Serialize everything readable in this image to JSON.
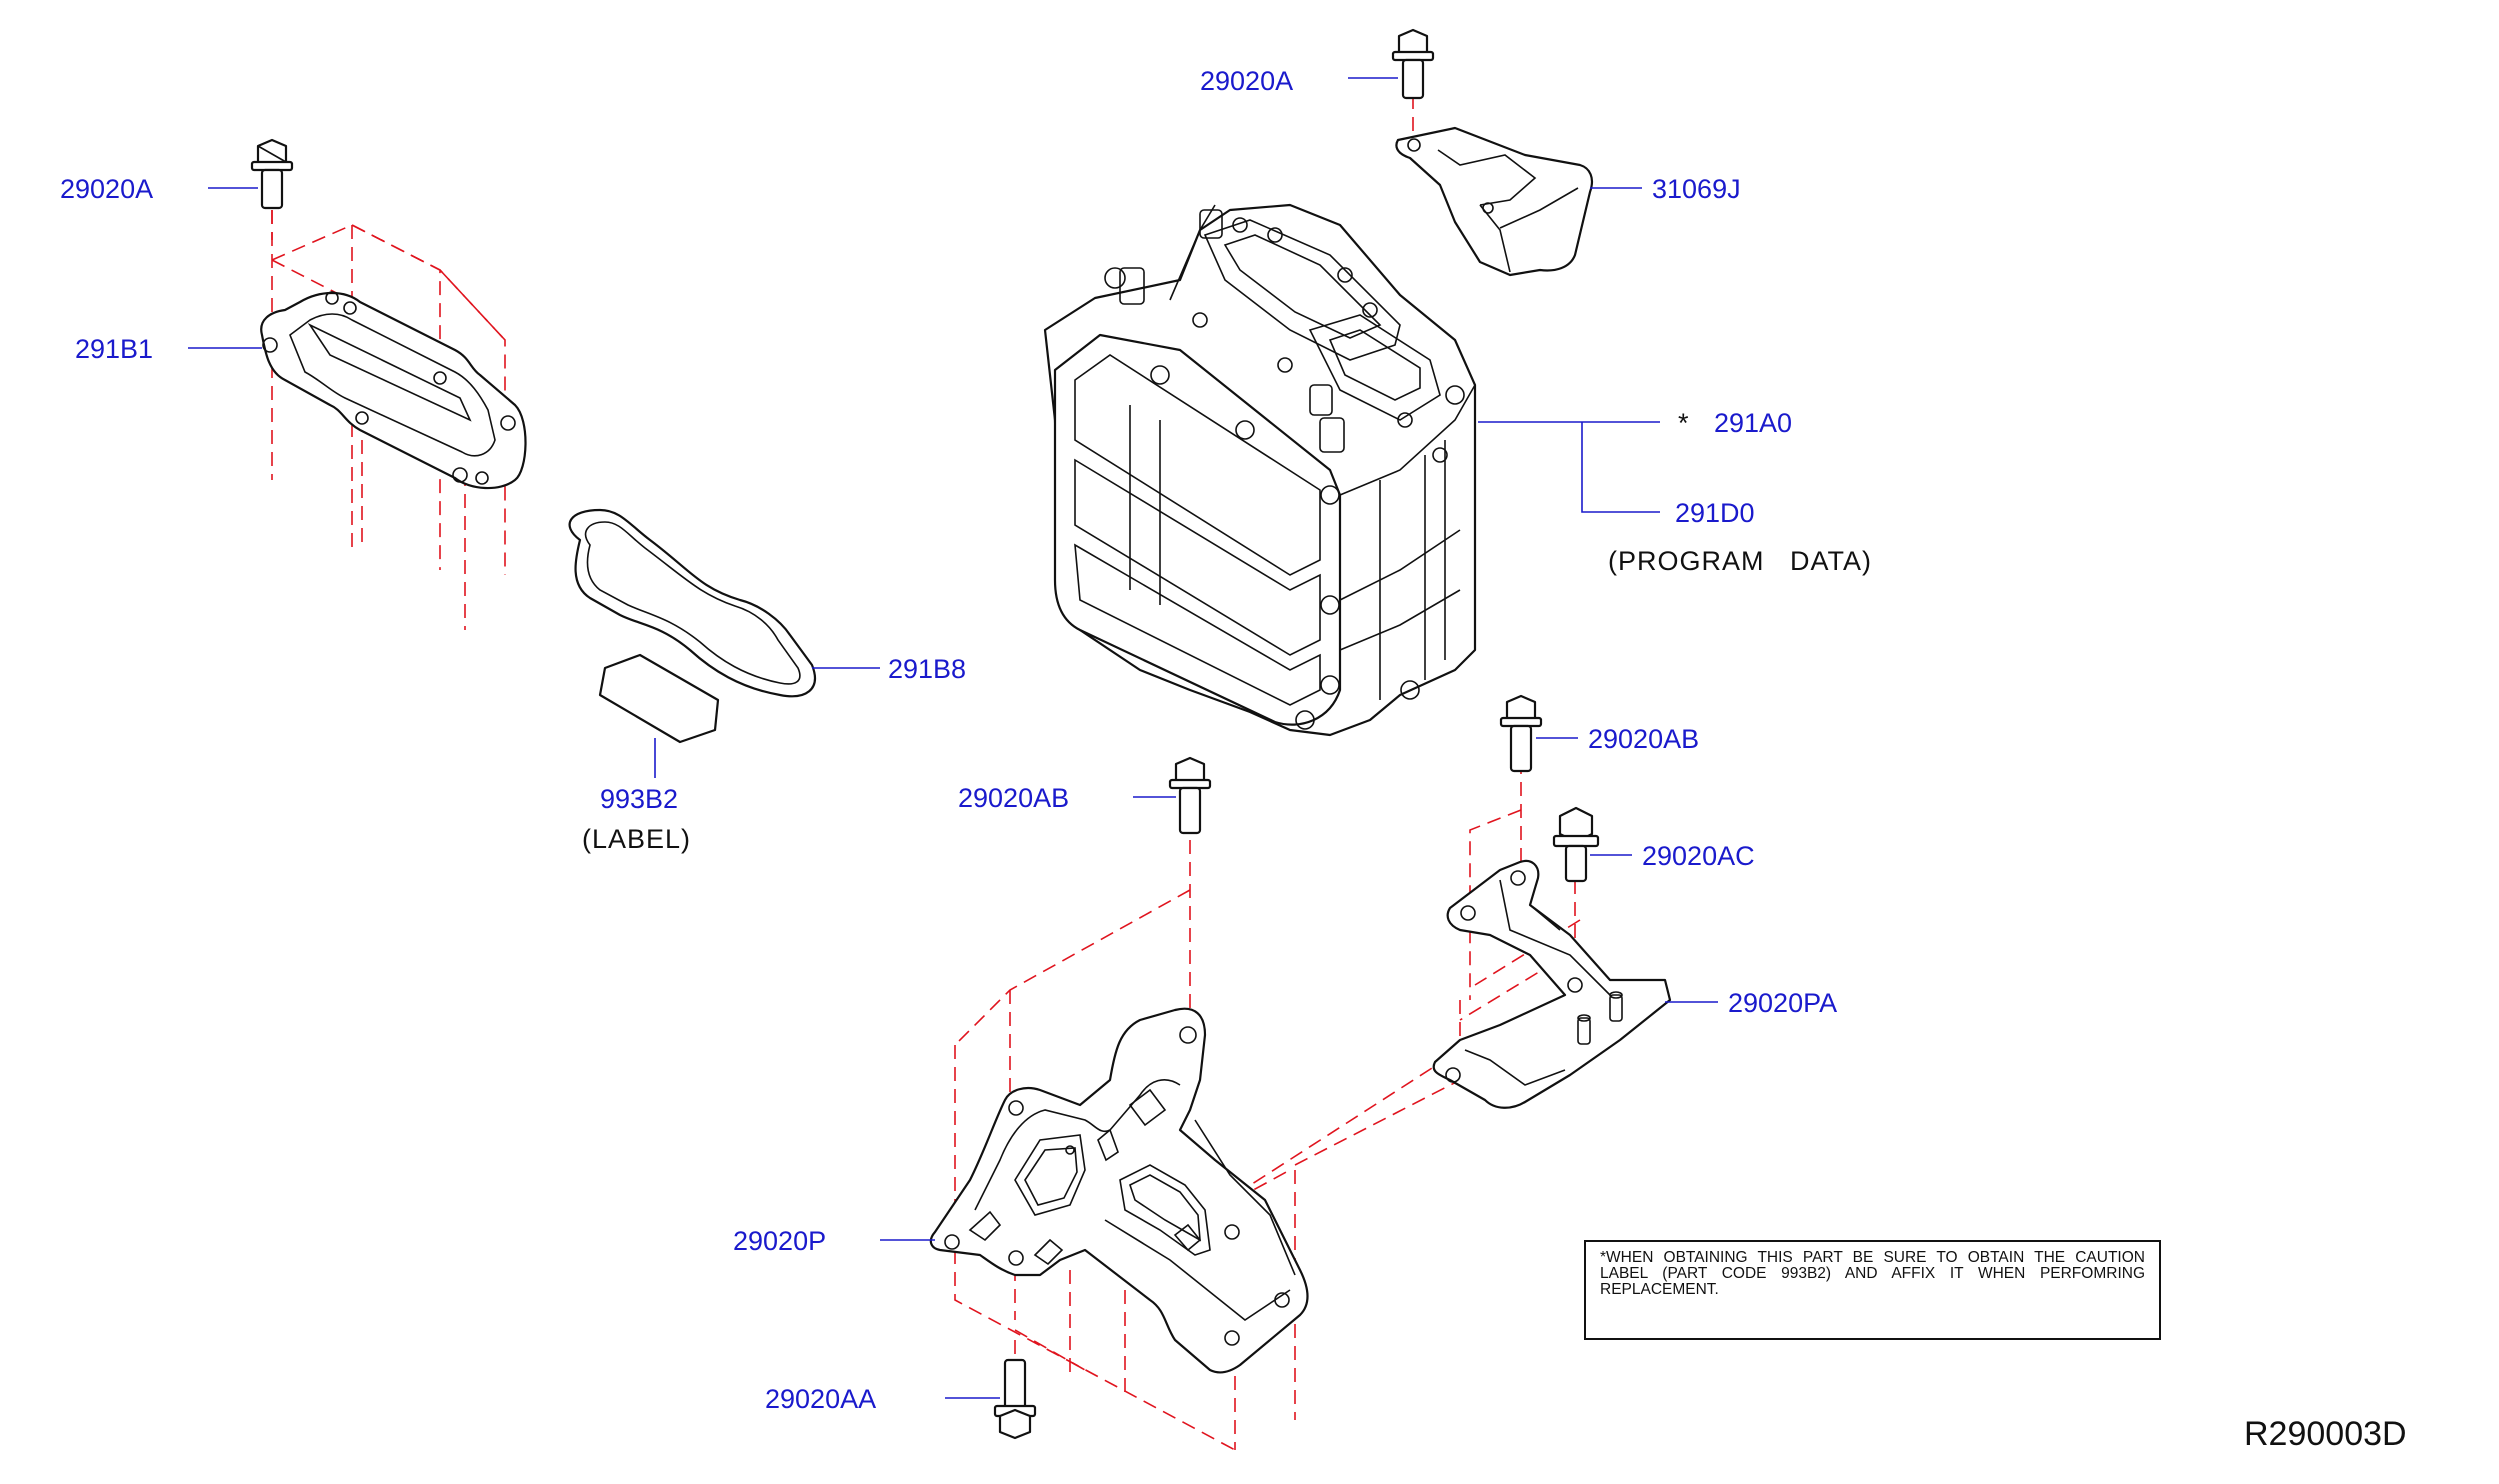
{
  "labels": {
    "p29020A_left": "29020A",
    "p29020A_top": "29020A",
    "p31069J": "31069J",
    "p291B1": "291B1",
    "p291A0_star": "*",
    "p291A0": "291A0",
    "p291D0": "291D0",
    "program_data": "(PROGRAM   DATA)",
    "p291B8": "291B8",
    "p993B2": "993B2",
    "label_caption": "(LABEL)",
    "p29020AB_right": "29020AB",
    "p29020AB_left": "29020AB",
    "p29020AC": "29020AC",
    "p29020PA": "29020PA",
    "p29020P": "29020P",
    "p29020AA": "29020AA"
  },
  "note": "*WHEN OBTAINING THIS PART BE SURE TO OBTAIN THE CAUTION LABEL (PART CODE 993B2) AND AFFIX IT WHEN PERFOMRING REPLACEMENT.",
  "reference_code": "R290003D",
  "colors": {
    "part_label": "#1a1acc",
    "dashed_alignment": "#e0141e",
    "outline": "#111111"
  }
}
